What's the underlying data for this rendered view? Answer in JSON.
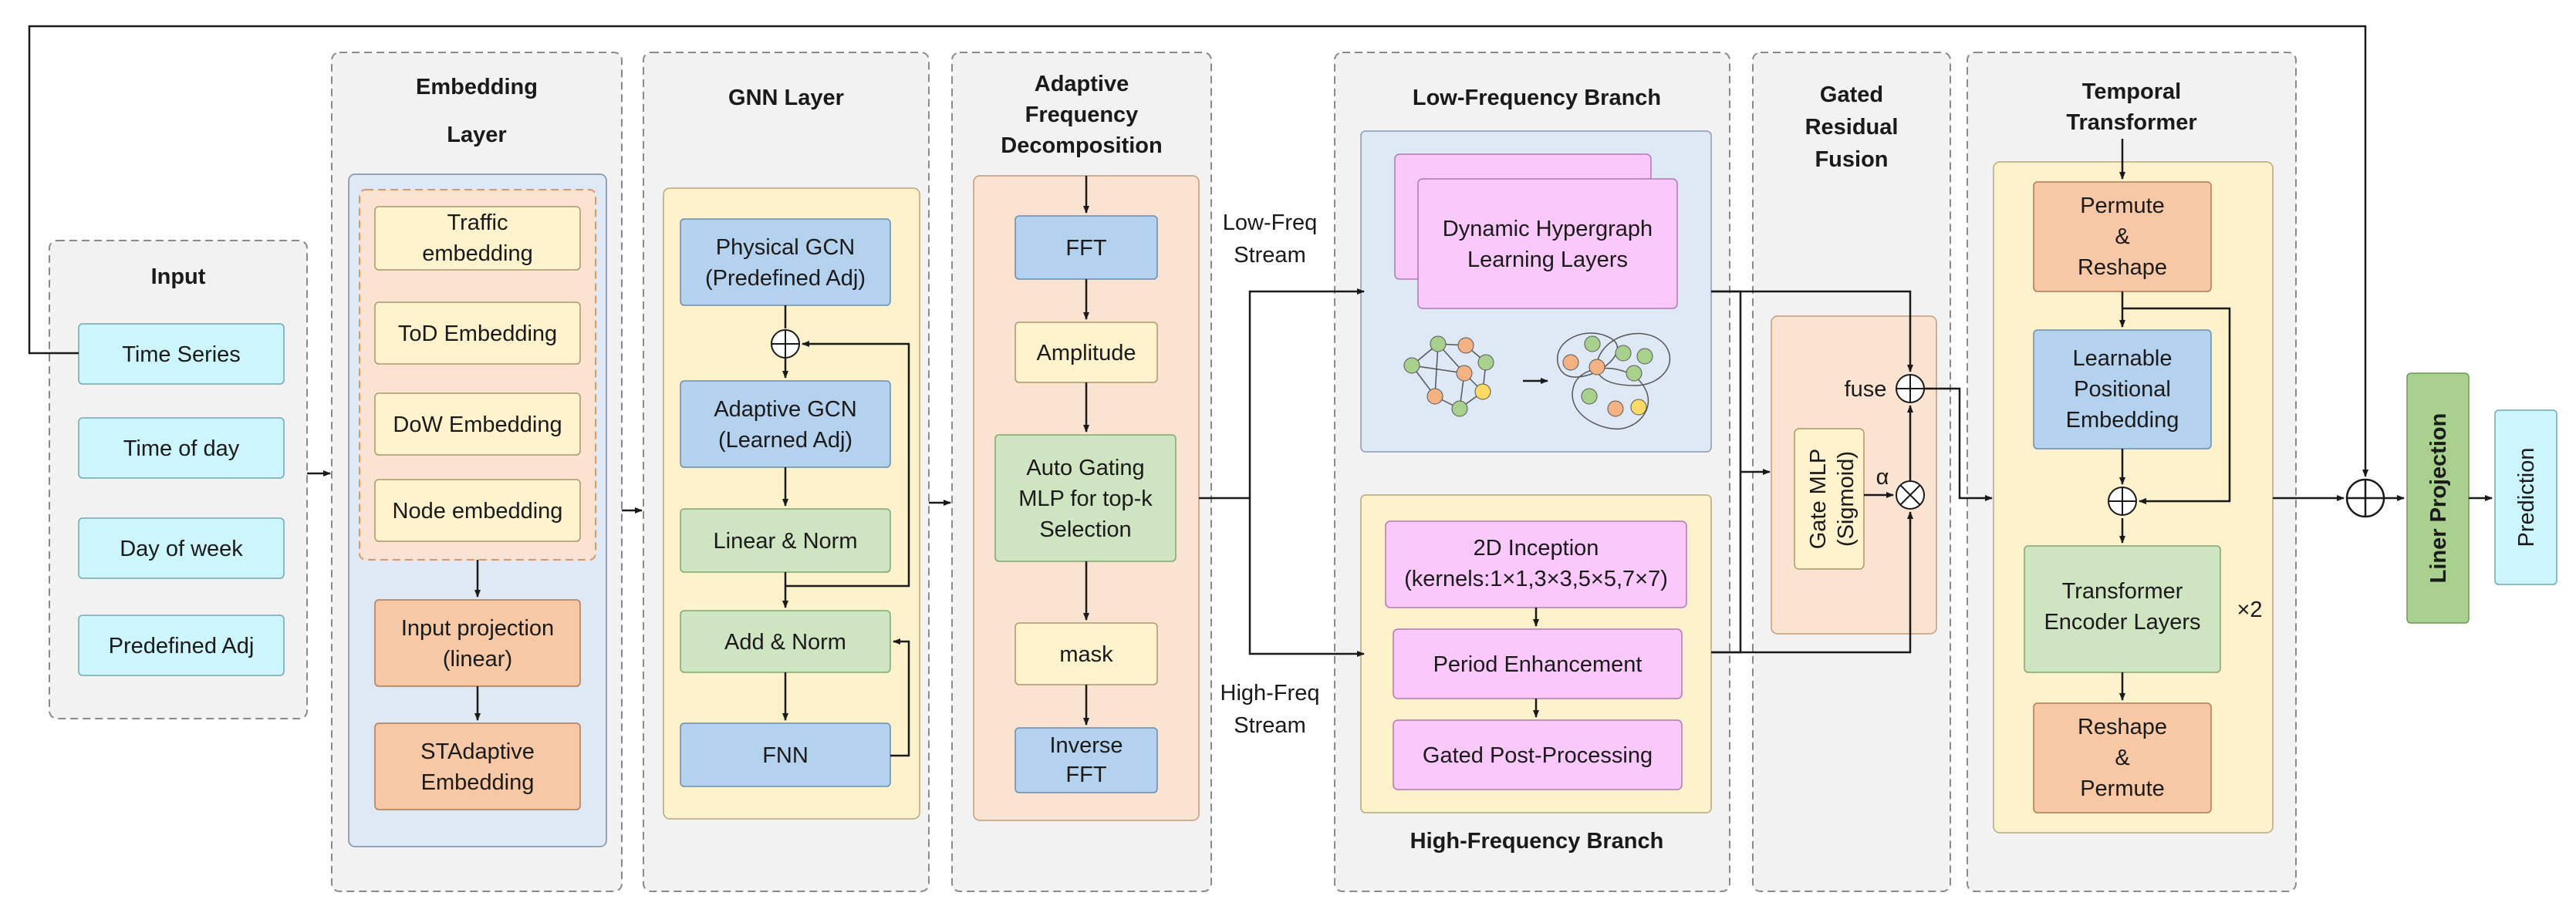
{
  "colors": {
    "section_fill": "#f2f2f2",
    "section_stroke": "#8a8a8a",
    "blue_panel": "#dfe9f5",
    "yellow_panel": "#fdf2cc",
    "peach_panel": "#fbe3d2",
    "cyan_box": "#ccf6fb",
    "blue_box": "#b4d1ee",
    "green_box": "#cfe5c2",
    "yellow_box": "#fff3cd",
    "orange_box": "#f7c8a6",
    "pink_box": "#fbc8fb",
    "node_green": "#a8d18d",
    "node_orange": "#f4b183",
    "node_yellow": "#ffd966",
    "arrow": "#1a1a1a"
  },
  "sections": {
    "input": {
      "title": "Input",
      "items": [
        "Time Series",
        "Time of day",
        "Day of week",
        "Predefined Adj"
      ]
    },
    "embedding": {
      "title_line1": "Embedding",
      "title_line2": "Layer",
      "inner": [
        "Traffic",
        "embedding",
        "ToD Embedding",
        "DoW Embedding",
        "Node embedding"
      ],
      "input_projection": [
        "Input projection",
        "(linear)"
      ],
      "stadaptive": [
        "STAdaptive",
        "Embedding"
      ]
    },
    "gnn": {
      "title": "GNN Layer",
      "physical_gcn": [
        "Physical GCN",
        "(Predefined Adj)"
      ],
      "adaptive_gcn": [
        "Adaptive GCN",
        "(Learned Adj)"
      ],
      "linear_norm": "Linear & Norm",
      "add_norm": "Add & Norm",
      "fnn": "FNN"
    },
    "freq": {
      "title": [
        "Adaptive",
        "Frequency",
        "Decomposition"
      ],
      "fft": "FFT",
      "amplitude": "Amplitude",
      "gating": [
        "Auto Gating",
        "MLP for top-k",
        "Selection"
      ],
      "mask": "mask",
      "ifft": [
        "Inverse",
        "FFT"
      ]
    },
    "streams": {
      "low": [
        "Low-Freq",
        "Stream"
      ],
      "high": [
        "High-Freq",
        "Stream"
      ]
    },
    "branches": {
      "low_title": "Low-Frequency Branch",
      "hypergraph": [
        "Dynamic Hypergraph",
        "Learning Layers"
      ],
      "high_title": "High-Frequency Branch",
      "inception": [
        "2D Inception",
        "(kernels:1×1,3×3,5×5,7×7)"
      ],
      "period": "Period Enhancement",
      "gated_post": "Gated Post-Processing"
    },
    "fusion": {
      "title": [
        "Gated",
        "Residual",
        "Fusion"
      ],
      "gate_mlp": "Gate MLP",
      "sigmoid": "(Sigmoid)",
      "alpha": "α",
      "fuse": "fuse"
    },
    "temporal": {
      "title": [
        "Temporal",
        "Transformer"
      ],
      "permute_reshape": [
        "Permute",
        "&",
        "Reshape"
      ],
      "positional": [
        "Learnable",
        "Positional",
        "Embedding"
      ],
      "encoder": [
        "Transformer",
        "Encoder Layers"
      ],
      "repeat": "×2",
      "reshape_permute": [
        "Reshape",
        "&",
        "Permute"
      ]
    },
    "output": {
      "projection": "Liner Projection",
      "prediction": "Prediction"
    }
  }
}
